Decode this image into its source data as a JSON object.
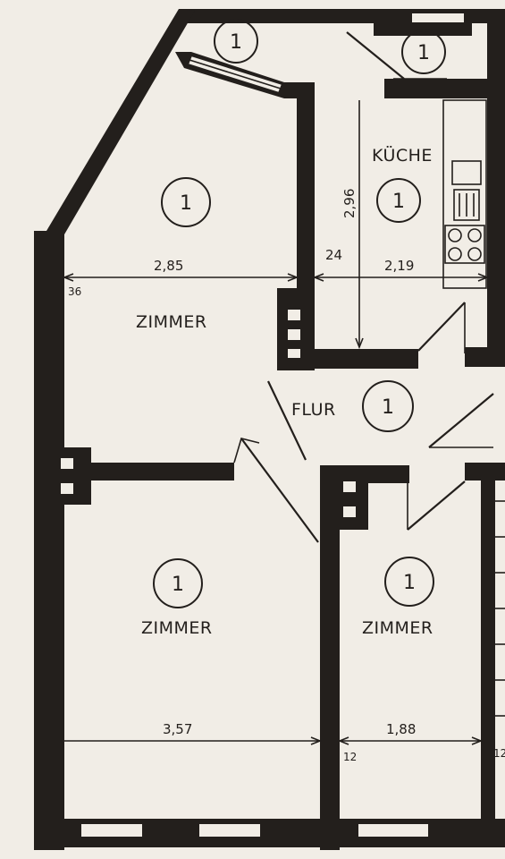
{
  "rooms": [
    {
      "id": "room-top-small",
      "label": "",
      "number": "1"
    },
    {
      "id": "room-top-right",
      "label": "",
      "number": "1"
    },
    {
      "id": "room-upper-left",
      "label": "ZIMMER",
      "number": "1"
    },
    {
      "id": "kitchen",
      "label": "KÜCHE",
      "number": "1"
    },
    {
      "id": "hallway",
      "label": "FLUR",
      "number": "1"
    },
    {
      "id": "room-lower-left",
      "label": "ZIMMER",
      "number": "1"
    },
    {
      "id": "room-lower-right",
      "label": "ZIMMER",
      "number": "1"
    }
  ],
  "dimensions": {
    "upper_left_width": "2,85",
    "kitchen_width": "2,19",
    "kitchen_depth": "2,96",
    "wall_a": "24",
    "wall_b": "36",
    "lower_left_width": "3,57",
    "lower_right_width": "1,88",
    "wall_c": "12",
    "wall_d": "12"
  },
  "colors": {
    "paper": "#f1ede6",
    "ink": "#231f1c"
  }
}
